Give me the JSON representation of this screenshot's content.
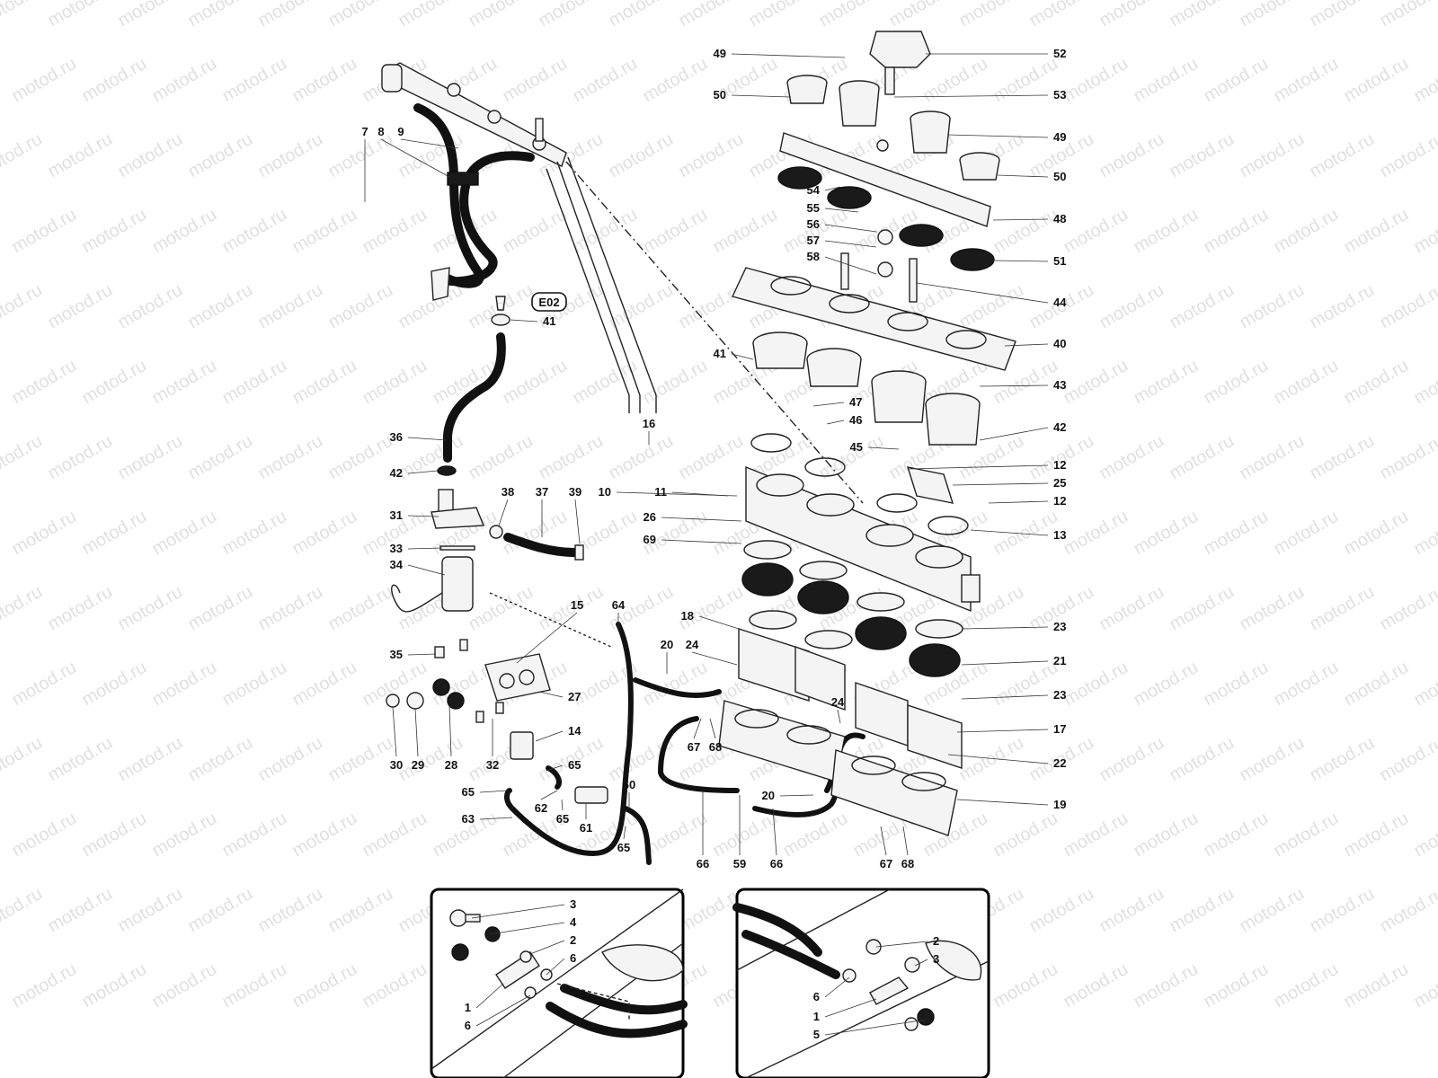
{
  "watermark": "motod.ru",
  "special_label": "E02",
  "callouts": [
    {
      "id": "c-52",
      "text": "52"
    },
    {
      "id": "c-49a",
      "text": "49"
    },
    {
      "id": "c-53",
      "text": "53"
    },
    {
      "id": "c-50a",
      "text": "50"
    },
    {
      "id": "c-49b",
      "text": "49"
    },
    {
      "id": "c-50b",
      "text": "50"
    },
    {
      "id": "c-54",
      "text": "54"
    },
    {
      "id": "c-48",
      "text": "48"
    },
    {
      "id": "c-55",
      "text": "55"
    },
    {
      "id": "c-56",
      "text": "56"
    },
    {
      "id": "c-57",
      "text": "57"
    },
    {
      "id": "c-51",
      "text": "51"
    },
    {
      "id": "c-58",
      "text": "58"
    },
    {
      "id": "c-44",
      "text": "44"
    },
    {
      "id": "c-40",
      "text": "40"
    },
    {
      "id": "c-41b",
      "text": "41"
    },
    {
      "id": "c-43",
      "text": "43"
    },
    {
      "id": "c-47",
      "text": "47"
    },
    {
      "id": "c-46",
      "text": "46"
    },
    {
      "id": "c-42b",
      "text": "42"
    },
    {
      "id": "c-45",
      "text": "45"
    },
    {
      "id": "c-12a",
      "text": "12"
    },
    {
      "id": "c-25",
      "text": "25"
    },
    {
      "id": "c-12b",
      "text": "12"
    },
    {
      "id": "c-13",
      "text": "13"
    },
    {
      "id": "c-23a",
      "text": "23"
    },
    {
      "id": "c-21",
      "text": "21"
    },
    {
      "id": "c-23b",
      "text": "23"
    },
    {
      "id": "c-17",
      "text": "17"
    },
    {
      "id": "c-22",
      "text": "22"
    },
    {
      "id": "c-19",
      "text": "19"
    },
    {
      "id": "c-7",
      "text": "7"
    },
    {
      "id": "c-8",
      "text": "8"
    },
    {
      "id": "c-9",
      "text": "9"
    },
    {
      "id": "c-41a",
      "text": "41"
    },
    {
      "id": "c-36",
      "text": "36"
    },
    {
      "id": "c-42a",
      "text": "42"
    },
    {
      "id": "c-16",
      "text": "16"
    },
    {
      "id": "c-38",
      "text": "38"
    },
    {
      "id": "c-37",
      "text": "37"
    },
    {
      "id": "c-39",
      "text": "39"
    },
    {
      "id": "c-10",
      "text": "10"
    },
    {
      "id": "c-11",
      "text": "11"
    },
    {
      "id": "c-26",
      "text": "26"
    },
    {
      "id": "c-69",
      "text": "69"
    },
    {
      "id": "c-31",
      "text": "31"
    },
    {
      "id": "c-33",
      "text": "33"
    },
    {
      "id": "c-34",
      "text": "34"
    },
    {
      "id": "c-35",
      "text": "35"
    },
    {
      "id": "c-15",
      "text": "15"
    },
    {
      "id": "c-64",
      "text": "64"
    },
    {
      "id": "c-18",
      "text": "18"
    },
    {
      "id": "c-20a",
      "text": "20"
    },
    {
      "id": "c-24a",
      "text": "24"
    },
    {
      "id": "c-27",
      "text": "27"
    },
    {
      "id": "c-24b",
      "text": "24"
    },
    {
      "id": "c-14",
      "text": "14"
    },
    {
      "id": "c-30",
      "text": "30"
    },
    {
      "id": "c-29",
      "text": "29"
    },
    {
      "id": "c-28",
      "text": "28"
    },
    {
      "id": "c-32",
      "text": "32"
    },
    {
      "id": "c-67a",
      "text": "67"
    },
    {
      "id": "c-68a",
      "text": "68"
    },
    {
      "id": "c-65a",
      "text": "65"
    },
    {
      "id": "c-20b",
      "text": "20"
    },
    {
      "id": "c-65b",
      "text": "65"
    },
    {
      "id": "c-62",
      "text": "62"
    },
    {
      "id": "c-60",
      "text": "60"
    },
    {
      "id": "c-63",
      "text": "63"
    },
    {
      "id": "c-65c",
      "text": "65"
    },
    {
      "id": "c-61",
      "text": "61"
    },
    {
      "id": "c-65d",
      "text": "65"
    },
    {
      "id": "c-66a",
      "text": "66"
    },
    {
      "id": "c-59",
      "text": "59"
    },
    {
      "id": "c-66b",
      "text": "66"
    },
    {
      "id": "c-67b",
      "text": "67"
    },
    {
      "id": "c-68b",
      "text": "68"
    },
    {
      "id": "d1-3",
      "text": "3"
    },
    {
      "id": "d1-4",
      "text": "4"
    },
    {
      "id": "d1-2",
      "text": "2"
    },
    {
      "id": "d1-6a",
      "text": "6"
    },
    {
      "id": "d1-1",
      "text": "1"
    },
    {
      "id": "d1-6b",
      "text": "6"
    },
    {
      "id": "d2-2",
      "text": "2"
    },
    {
      "id": "d2-3",
      "text": "3"
    },
    {
      "id": "d2-6",
      "text": "6"
    },
    {
      "id": "d2-1",
      "text": "1"
    },
    {
      "id": "d2-5",
      "text": "5"
    }
  ]
}
